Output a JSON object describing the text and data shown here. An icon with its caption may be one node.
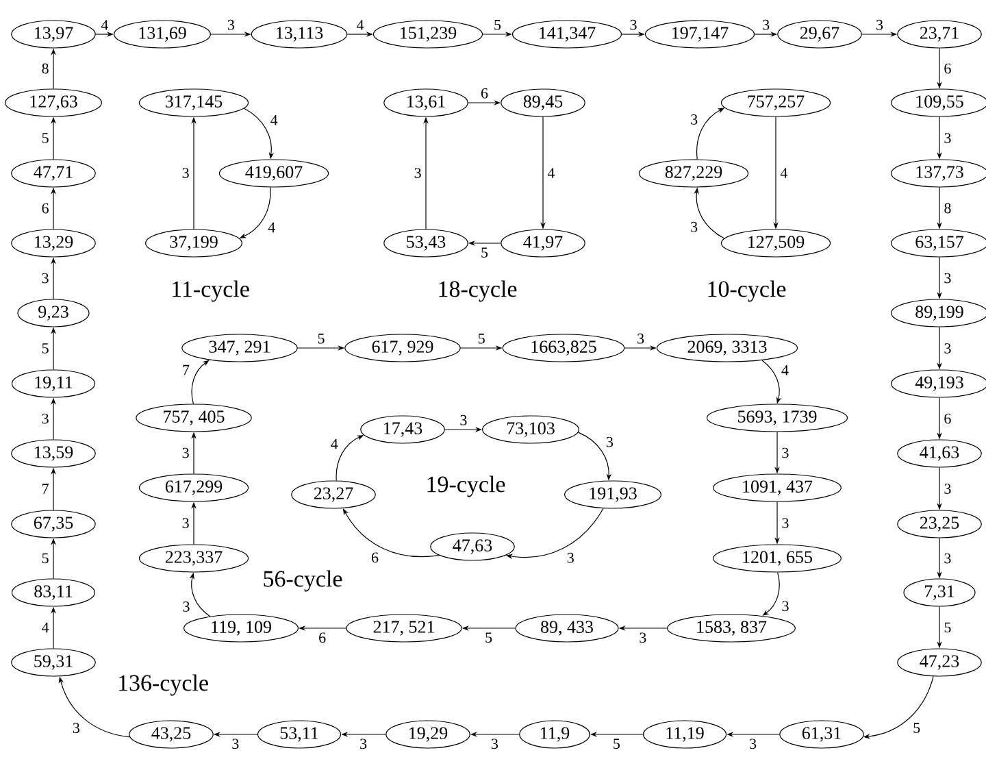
{
  "diagram": {
    "nodes": [
      {
        "text": [
          "13,97"
        ]
      },
      {
        "text": [
          "131,69"
        ]
      },
      {
        "text": [
          "13,113"
        ]
      },
      {
        "text": [
          "151,239"
        ]
      },
      {
        "text": [
          "141,347"
        ]
      },
      {
        "text": [
          "197,147"
        ]
      },
      {
        "text": [
          "29,67"
        ]
      },
      {
        "text": [
          "23,71"
        ]
      },
      {
        "text": [
          "109,55"
        ]
      },
      {
        "text": [
          "137,73"
        ]
      },
      {
        "text": [
          "63,157"
        ]
      },
      {
        "text": [
          "89,199"
        ]
      },
      {
        "text": [
          "49,193"
        ]
      },
      {
        "text": [
          "41,63"
        ]
      },
      {
        "text": [
          "23,25"
        ]
      },
      {
        "text": [
          "7,31"
        ]
      },
      {
        "text": [
          "47,23"
        ]
      },
      {
        "text": [
          "61,31"
        ]
      },
      {
        "text": [
          "11,19"
        ]
      },
      {
        "text": [
          "11,9"
        ]
      },
      {
        "text": [
          "19,29"
        ]
      },
      {
        "text": [
          "53,11"
        ]
      },
      {
        "text": [
          "43,25"
        ]
      },
      {
        "text": [
          "59,31"
        ]
      },
      {
        "text": [
          "83,11"
        ]
      },
      {
        "text": [
          "67,35"
        ]
      },
      {
        "text": [
          "13,59"
        ]
      },
      {
        "text": [
          "19,11"
        ]
      },
      {
        "text": [
          "9,23"
        ]
      },
      {
        "text": [
          "13,29"
        ]
      },
      {
        "text": [
          "47,71"
        ]
      },
      {
        "text": [
          "127,63"
        ]
      },
      {
        "text": [
          "317,145"
        ]
      },
      {
        "text": [
          "419,607"
        ]
      },
      {
        "text": [
          "37,199"
        ]
      },
      {
        "text": [
          "13,61"
        ]
      },
      {
        "text": [
          "89,45"
        ]
      },
      {
        "text": [
          "41,97"
        ]
      },
      {
        "text": [
          "53,43"
        ]
      },
      {
        "text": [
          "757,257"
        ]
      },
      {
        "text": [
          "127,509"
        ]
      },
      {
        "text": [
          "827,229"
        ]
      },
      {
        "text": [
          "347, 291"
        ]
      },
      {
        "text": [
          "617, 929"
        ]
      },
      {
        "text": [
          "1663,825"
        ]
      },
      {
        "text": [
          "2069, 3313"
        ]
      },
      {
        "text": [
          "5693, 1739"
        ]
      },
      {
        "text": [
          "1091, 437"
        ]
      },
      {
        "text": [
          "1201, 655"
        ]
      },
      {
        "text": [
          "1583, 837"
        ]
      },
      {
        "text": [
          "89, 433"
        ]
      },
      {
        "text": [
          "217, 521"
        ]
      },
      {
        "text": [
          "119, 109"
        ]
      },
      {
        "text": [
          "223,337"
        ]
      },
      {
        "text": [
          "617,299"
        ]
      },
      {
        "text": [
          "757, 405"
        ]
      },
      {
        "text": [
          "17,43"
        ]
      },
      {
        "text": [
          "73,103"
        ]
      },
      {
        "text": [
          "191,93"
        ]
      },
      {
        "text": [
          "47,63"
        ]
      },
      {
        "text": [
          "23,27"
        ]
      }
    ],
    "edges": [
      {
        "from": 0,
        "to": 1,
        "arrow": "to",
        "label": "4"
      },
      {
        "from": 1,
        "to": 2,
        "arrow": "to",
        "label": "3"
      },
      {
        "from": 2,
        "to": 3,
        "arrow": "to",
        "label": "4"
      },
      {
        "from": 3,
        "to": 4,
        "arrow": "to",
        "label": "5"
      },
      {
        "from": 4,
        "to": 5,
        "arrow": "to",
        "label": "3"
      },
      {
        "from": 5,
        "to": 6,
        "arrow": "to",
        "label": "3"
      },
      {
        "from": 6,
        "to": 7,
        "arrow": "to",
        "label": "3"
      },
      {
        "from": 7,
        "to": 8,
        "arrow": "to",
        "label": "6"
      },
      {
        "from": 8,
        "to": 9,
        "arrow": "to",
        "label": "3"
      },
      {
        "from": 9,
        "to": 10,
        "arrow": "to",
        "label": "8"
      },
      {
        "from": 10,
        "to": 11,
        "arrow": "to",
        "label": "3"
      },
      {
        "from": 11,
        "to": 12,
        "arrow": "to",
        "label": "3"
      },
      {
        "from": 12,
        "to": 13,
        "arrow": "to",
        "label": "6"
      },
      {
        "from": 13,
        "to": 14,
        "arrow": "to",
        "label": "3"
      },
      {
        "from": 14,
        "to": 15,
        "arrow": "to",
        "label": "3"
      },
      {
        "from": 15,
        "to": 16,
        "arrow": "to",
        "label": "5"
      },
      {
        "from": 16,
        "to": 17,
        "arrow": "to",
        "label": "5"
      },
      {
        "from": 17,
        "to": 18,
        "arrow": "to",
        "label": "3"
      },
      {
        "from": 18,
        "to": 19,
        "arrow": "to",
        "label": "5"
      },
      {
        "from": 19,
        "to": 20,
        "arrow": "to",
        "label": "3"
      },
      {
        "from": 20,
        "to": 21,
        "arrow": "to",
        "label": "3"
      },
      {
        "from": 21,
        "to": 22,
        "arrow": "to",
        "label": "3"
      },
      {
        "from": 22,
        "to": 23,
        "arrow": "to",
        "label": "3"
      },
      {
        "from": 23,
        "to": 24,
        "arrow": "to",
        "label": "4"
      },
      {
        "from": 24,
        "to": 25,
        "arrow": "to",
        "label": "5"
      },
      {
        "from": 25,
        "to": 26,
        "arrow": "to",
        "label": "7"
      },
      {
        "from": 26,
        "to": 27,
        "arrow": "to",
        "label": "3"
      },
      {
        "from": 27,
        "to": 28,
        "arrow": "to",
        "label": "5"
      },
      {
        "from": 28,
        "to": 29,
        "arrow": "to",
        "label": "3"
      },
      {
        "from": 29,
        "to": 30,
        "arrow": "to",
        "label": "6"
      },
      {
        "from": 30,
        "to": 31,
        "arrow": "to",
        "label": "5"
      },
      {
        "from": 31,
        "to": 0,
        "arrow": "to",
        "label": "8"
      },
      {
        "from": 32,
        "to": 33,
        "arrow": "to",
        "label": "4"
      },
      {
        "from": 33,
        "to": 34,
        "arrow": "to",
        "label": "4"
      },
      {
        "from": 34,
        "to": 32,
        "arrow": "to",
        "label": "3"
      },
      {
        "from": 35,
        "to": 36,
        "arrow": "to",
        "label": "6"
      },
      {
        "from": 36,
        "to": 37,
        "arrow": "to",
        "label": "4"
      },
      {
        "from": 37,
        "to": 38,
        "arrow": "to",
        "label": "5"
      },
      {
        "from": 38,
        "to": 35,
        "arrow": "to",
        "label": "3"
      },
      {
        "from": 39,
        "to": 40,
        "arrow": "to",
        "label": "4"
      },
      {
        "from": 40,
        "to": 41,
        "arrow": "to",
        "label": "3"
      },
      {
        "from": 41,
        "to": 39,
        "arrow": "to",
        "label": "3"
      },
      {
        "from": 42,
        "to": 43,
        "arrow": "to",
        "label": "5"
      },
      {
        "from": 43,
        "to": 44,
        "arrow": "to",
        "label": "5"
      },
      {
        "from": 44,
        "to": 45,
        "arrow": "to",
        "label": "3"
      },
      {
        "from": 45,
        "to": 46,
        "arrow": "to",
        "label": "4"
      },
      {
        "from": 46,
        "to": 47,
        "arrow": "to",
        "label": "3"
      },
      {
        "from": 47,
        "to": 48,
        "arrow": "to",
        "label": "3"
      },
      {
        "from": 48,
        "to": 49,
        "arrow": "to",
        "label": "3"
      },
      {
        "from": 49,
        "to": 50,
        "arrow": "to",
        "label": "3"
      },
      {
        "from": 50,
        "to": 51,
        "arrow": "to",
        "label": "5"
      },
      {
        "from": 51,
        "to": 52,
        "arrow": "to",
        "label": "6"
      },
      {
        "from": 52,
        "to": 53,
        "arrow": "to",
        "label": "3"
      },
      {
        "from": 53,
        "to": 54,
        "arrow": "to",
        "label": "3"
      },
      {
        "from": 54,
        "to": 55,
        "arrow": "to",
        "label": "3"
      },
      {
        "from": 55,
        "to": 42,
        "arrow": "to",
        "label": "7"
      },
      {
        "from": 56,
        "to": 57,
        "arrow": "to",
        "label": "3"
      },
      {
        "from": 57,
        "to": 58,
        "arrow": "to",
        "label": "3"
      },
      {
        "from": 58,
        "to": 59,
        "arrow": "to",
        "label": "3"
      },
      {
        "from": 59,
        "to": 60,
        "arrow": "to",
        "label": "6"
      },
      {
        "from": 60,
        "to": 56,
        "arrow": "to",
        "label": "4"
      }
    ],
    "labels": [
      "11-cycle",
      "18-cycle",
      "10-cycle",
      "19-cycle",
      "56-cycle",
      "136-cycle"
    ]
  }
}
